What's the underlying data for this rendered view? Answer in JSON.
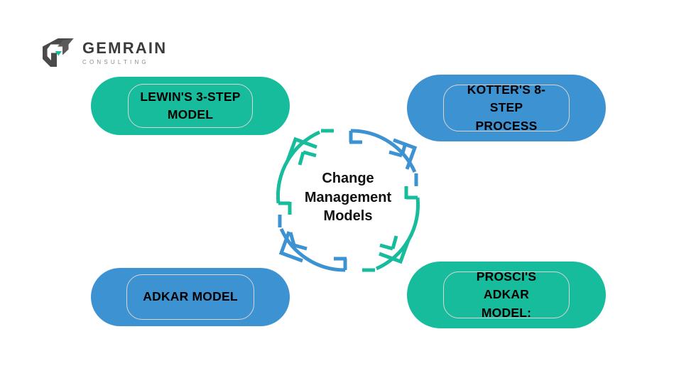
{
  "brand": {
    "name": "GEMRAIN",
    "tagline": "CONSULTING",
    "mark_icon": "gemrain-g7-logo-icon",
    "mark_color": "#4a4a4a",
    "accent_color": "#1ABC9C"
  },
  "diagram": {
    "type": "cycle",
    "title": "Change Management Models",
    "center_label": "Change\nManagement\nModels",
    "background": "#ffffff",
    "colors": {
      "teal": "#16BC9B",
      "blue": "#3D92D1",
      "inner_border": "#d9d5d5",
      "text": "#000000"
    },
    "nodes": [
      {
        "id": "lewin",
        "label": "LEWIN'S 3-STEP\nMODEL",
        "color": "#16BC9B",
        "position": "top-left"
      },
      {
        "id": "kotter",
        "label": "KOTTER'S 8-STEP\nPROCESS",
        "color": "#3D92D1",
        "position": "top-right"
      },
      {
        "id": "adkar",
        "label": "ADKAR MODEL",
        "color": "#3D92D1",
        "position": "bottom-left"
      },
      {
        "id": "prosci",
        "label": "PROSCI'S ADKAR\nMODEL:",
        "color": "#16BC9B",
        "position": "bottom-right"
      }
    ],
    "arrows": [
      {
        "id": "arrow-top-right",
        "color": "#3D92D1",
        "direction": "north-east",
        "points_to": "kotter"
      },
      {
        "id": "arrow-bottom-right",
        "color": "#16BC9B",
        "direction": "south-east",
        "points_to": "prosci"
      },
      {
        "id": "arrow-bottom-left",
        "color": "#3D92D1",
        "direction": "south-west",
        "points_to": "adkar"
      },
      {
        "id": "arrow-top-left",
        "color": "#16BC9B",
        "direction": "north-west",
        "points_to": "lewin"
      }
    ]
  }
}
